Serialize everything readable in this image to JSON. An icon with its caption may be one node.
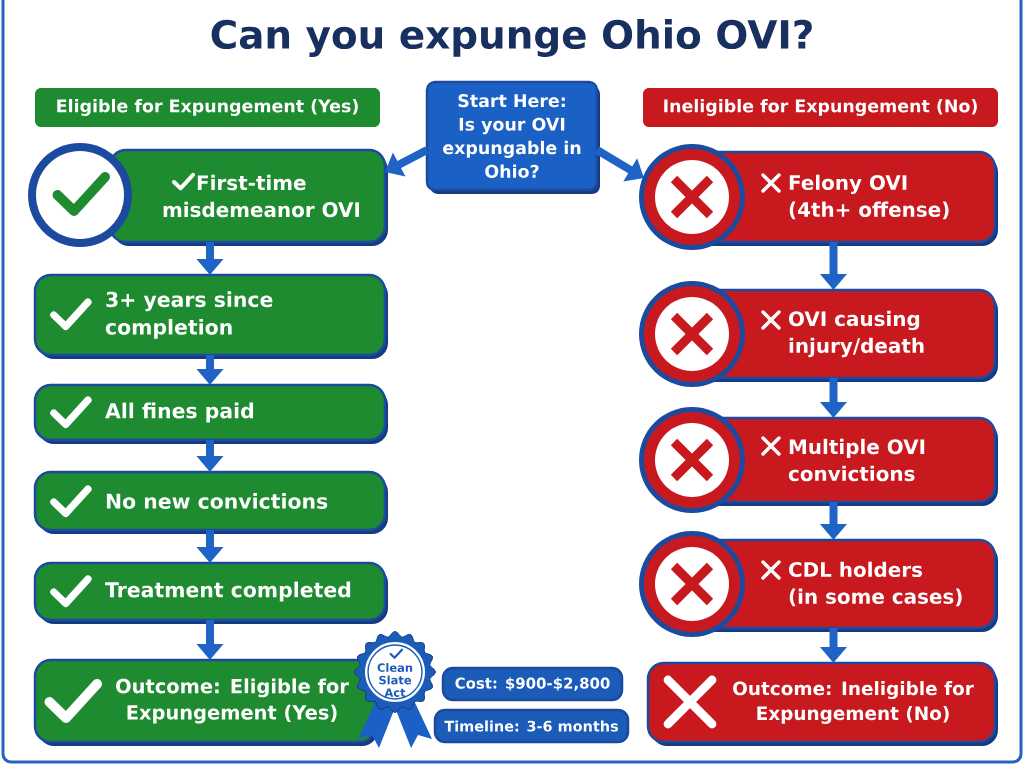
{
  "diagram": {
    "title": "Can you expunge Ohio OVI?",
    "nodes": [
      {
        "text": [
          "Eligible for Expungement (Yes)"
        ]
      },
      {
        "text": [
          "Start Here:",
          "Is your OVI expungable in Ohio?"
        ]
      },
      {
        "text": [
          "Ineligible for Expungement (No)"
        ]
      },
      {
        "text": [
          "First-time misdemeanor OVI"
        ]
      },
      {
        "text": [
          "3+ years since completion"
        ]
      },
      {
        "text": [
          "All fines paid"
        ]
      },
      {
        "text": [
          "No new convictions"
        ]
      },
      {
        "text": [
          "Treatment completed"
        ]
      },
      {
        "text": [
          "Outcome: Eligible for Expungement (Yes)"
        ]
      },
      {
        "text": [
          "Clean Slate Act"
        ]
      },
      {
        "text": [
          "Cost: $900-$2,800"
        ]
      },
      {
        "text": [
          "Timeline: 3-6 months"
        ]
      },
      {
        "text": [
          "Felony OVI (4th+ offense)"
        ]
      },
      {
        "text": [
          "OVI causing injury/death"
        ]
      },
      {
        "text": [
          "Multiple OVI convictions"
        ]
      },
      {
        "text": [
          "CDL holders (in some cases)"
        ]
      },
      {
        "text": [
          "Outcome: Ineligible for Expungement (No)"
        ]
      }
    ],
    "edges": [
      {
        "from": 1,
        "to": 3,
        "arrow": "to"
      },
      {
        "from": 1,
        "to": 12,
        "arrow": "to"
      },
      {
        "from": 3,
        "to": 4,
        "arrow": "to"
      },
      {
        "from": 4,
        "to": 5,
        "arrow": "to"
      },
      {
        "from": 5,
        "to": 6,
        "arrow": "to"
      },
      {
        "from": 6,
        "to": 7,
        "arrow": "to"
      },
      {
        "from": 7,
        "to": 8,
        "arrow": "to"
      },
      {
        "from": 12,
        "to": 13,
        "arrow": "to"
      },
      {
        "from": 13,
        "to": 14,
        "arrow": "to"
      },
      {
        "from": 14,
        "to": 15,
        "arrow": "to"
      },
      {
        "from": 15,
        "to": 16,
        "arrow": "to"
      }
    ]
  }
}
